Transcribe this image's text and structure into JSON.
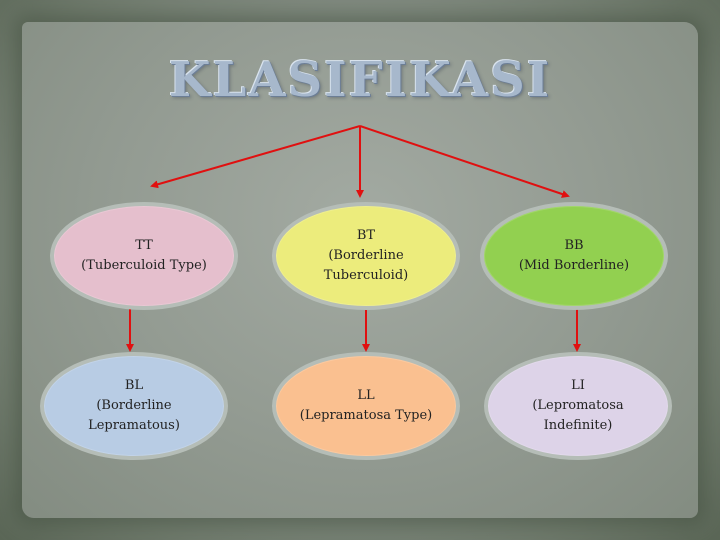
{
  "title": "KLASIFIKASI",
  "nodes": [
    {
      "id": "tt",
      "label": "TT\n(Tuberculoid Type)",
      "color": "#e5bfcd"
    },
    {
      "id": "bt",
      "label": "BT\n(Borderline\nTuberculoid)",
      "color": "#ecec7c"
    },
    {
      "id": "bb",
      "label": "BB\n(Mid Borderline)",
      "color": "#92d050"
    },
    {
      "id": "bl",
      "label": "BL\n(Borderline\nLepramatous)",
      "color": "#b8cce4"
    },
    {
      "id": "ll",
      "label": "LL\n(Lepramatosa Type)",
      "color": "#fac090"
    },
    {
      "id": "li",
      "label": "LI\n(Lepromatosa\nIndefinite)",
      "color": "#ddd3e8"
    }
  ],
  "arrow_color": "#e01010"
}
